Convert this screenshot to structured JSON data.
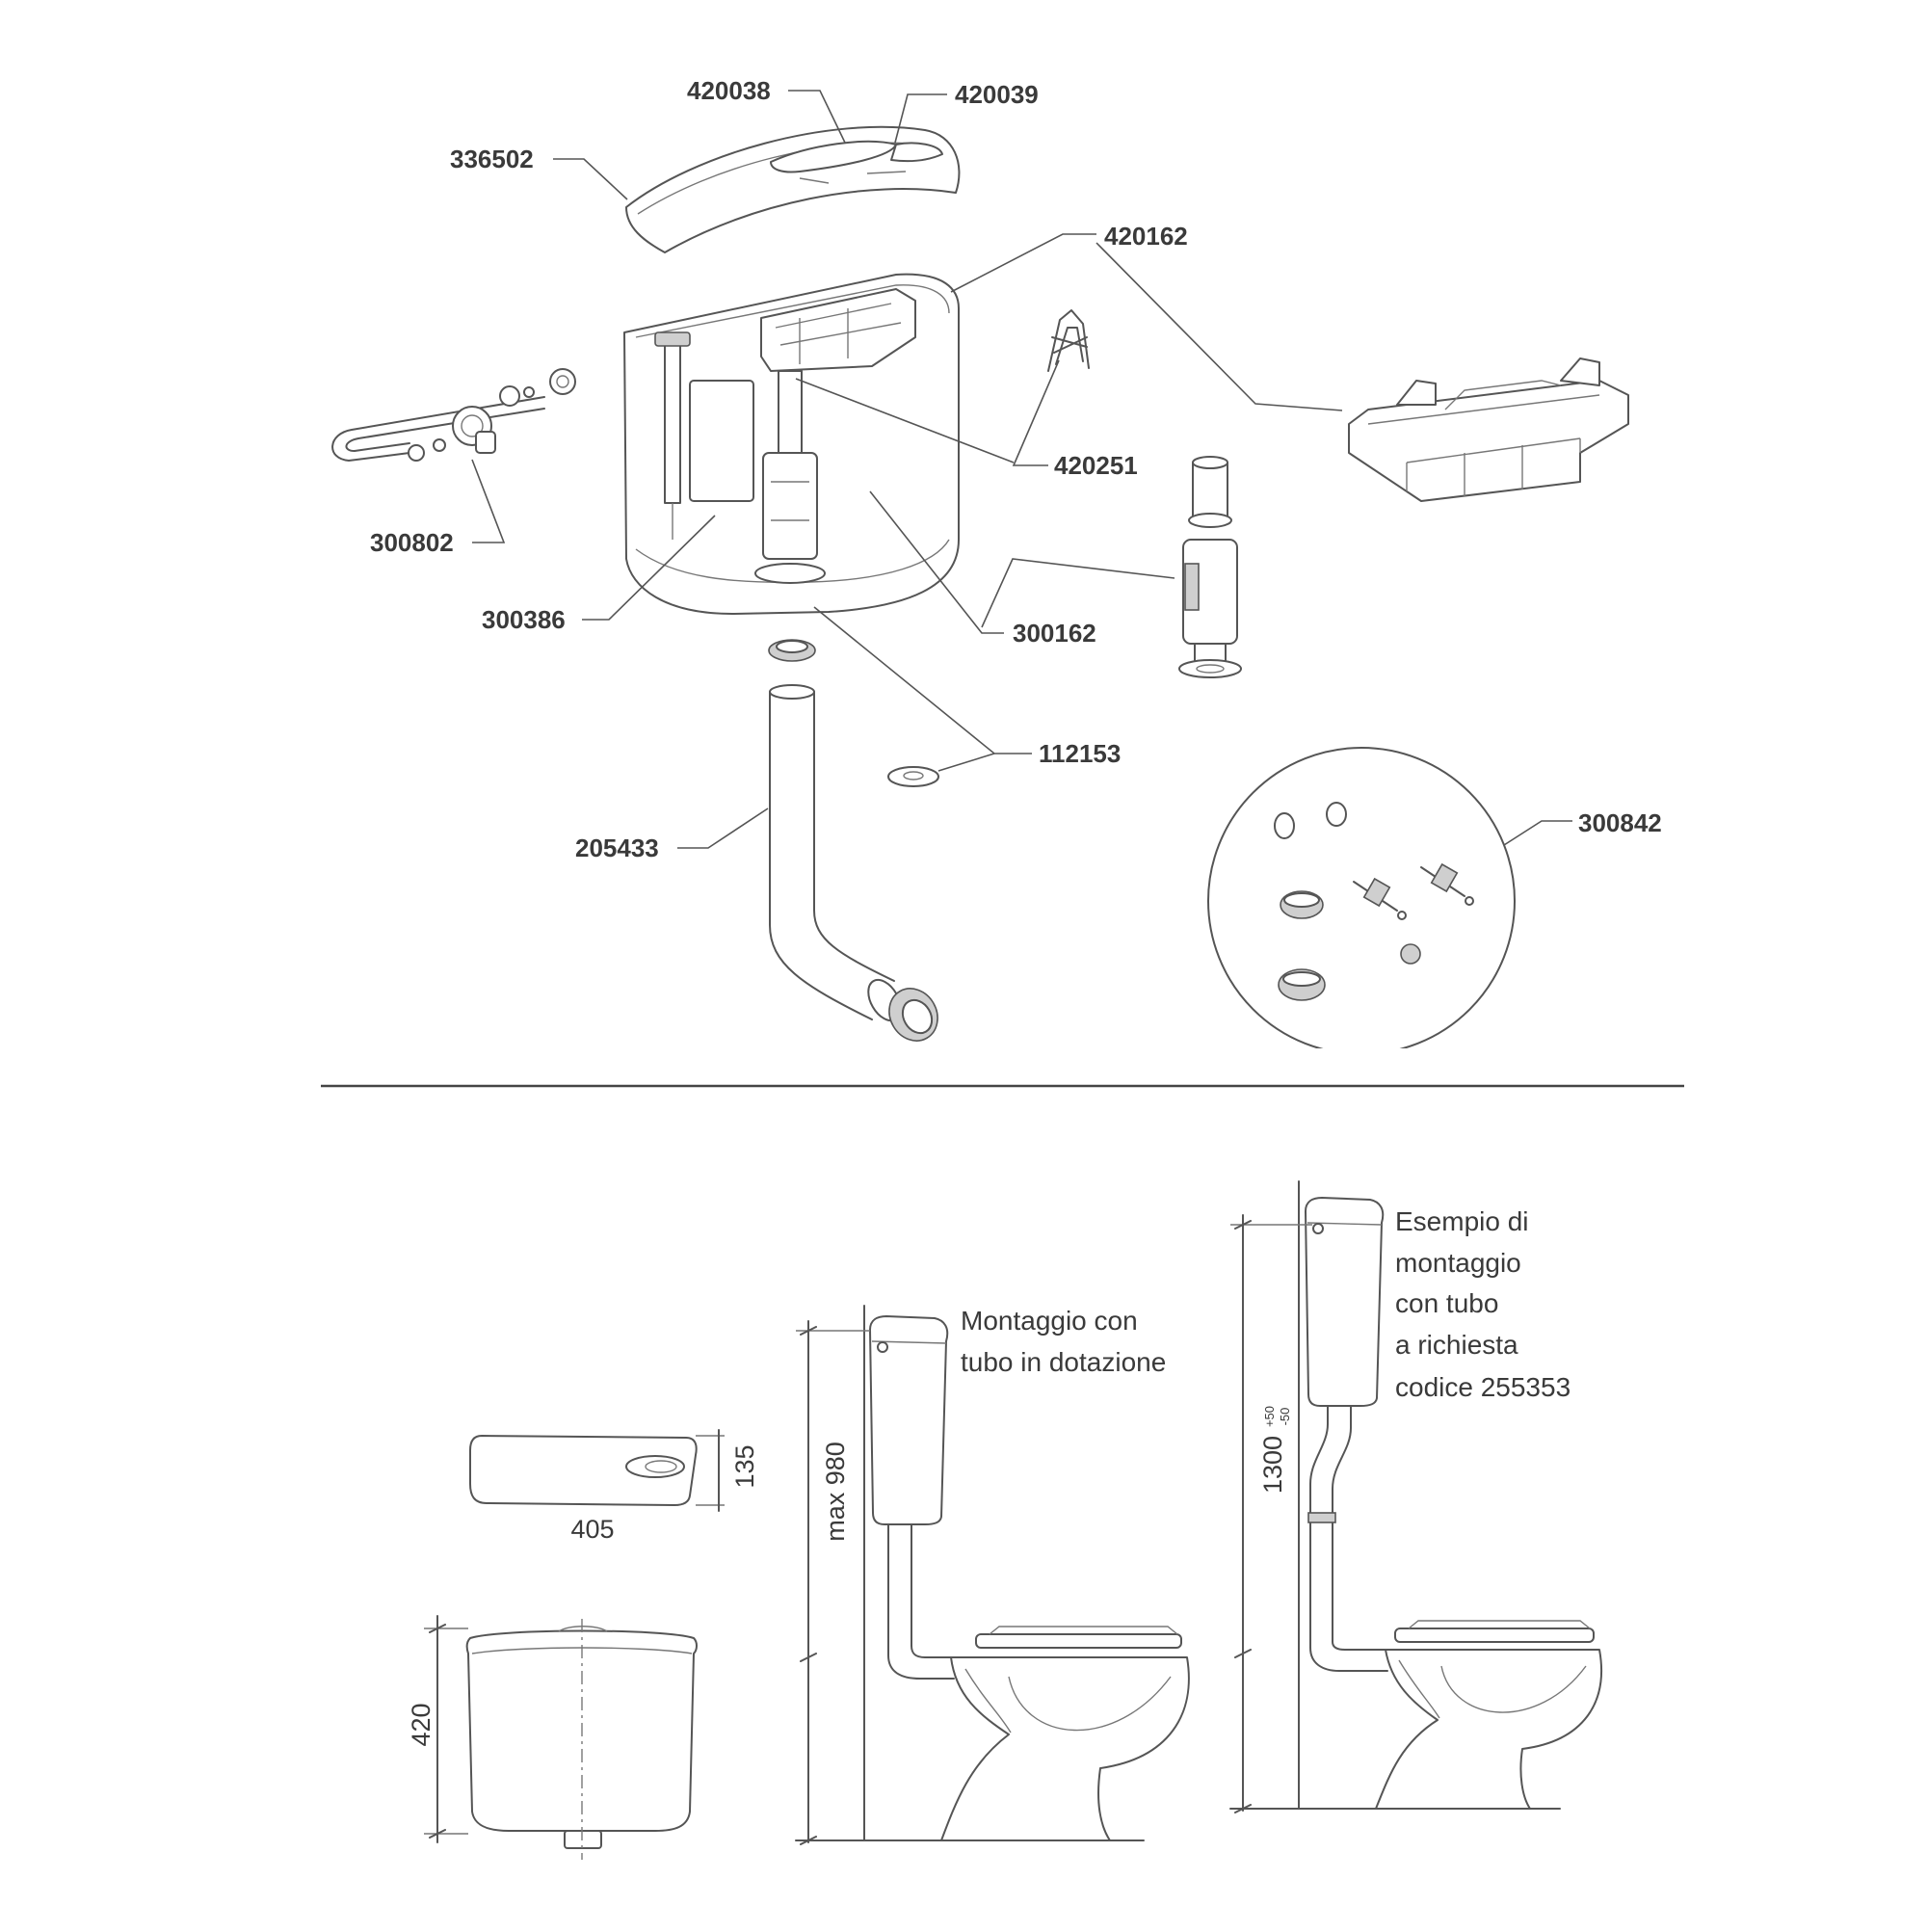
{
  "exploded_view": {
    "labels": [
      "420038",
      "420039",
      "336502",
      "420162",
      "420251",
      "300802",
      "300386",
      "300162",
      "112153",
      "205433",
      "300842"
    ]
  },
  "dimensions": {
    "top_view_depth": "135",
    "top_view_width": "405",
    "front_height": "420",
    "standard_max_height": "max 980",
    "optional_height": "1300",
    "optional_tol_plus": "+50",
    "optional_tol_minus": "-50"
  },
  "installations": {
    "standard": {
      "caption": [
        "Montaggio con",
        "tubo in dotazione"
      ]
    },
    "optional": {
      "caption": [
        "Esempio di",
        "montaggio",
        "con tubo",
        "a richiesta",
        "codice 255353"
      ]
    }
  }
}
